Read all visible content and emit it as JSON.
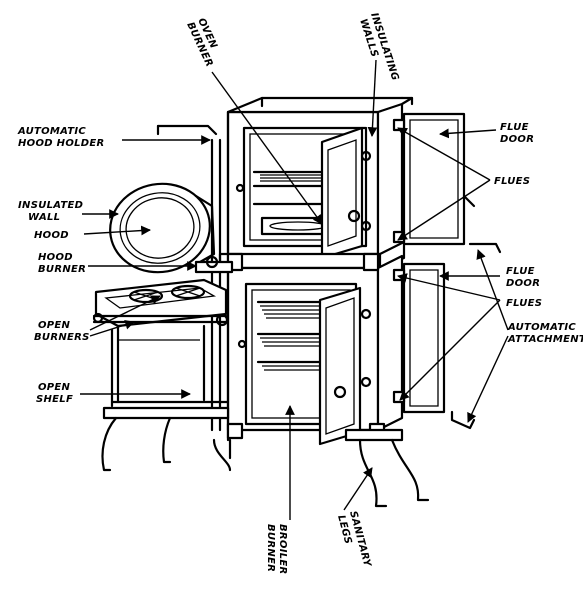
{
  "labels": {
    "automatic_hood_holder": [
      "AUTOMATIC",
      "HOOD HOLDER"
    ],
    "insulated_wall": [
      "INSULATED",
      "WALL"
    ],
    "hood": "HOOD",
    "hood_burner": [
      "HOOD",
      "BURNER"
    ],
    "open_burners": [
      "OPEN",
      "BURNERS"
    ],
    "open_shelf": [
      "OPEN",
      "SHELF"
    ],
    "oven_burner": [
      "OVEN",
      "BURNER"
    ],
    "insulating_walls": [
      "INSULATING",
      "WALLS"
    ],
    "flue_door_top": [
      "FLUE",
      "DOOR"
    ],
    "flues_top": "FLUES",
    "flue_door_bottom": [
      "FLUE",
      "DOOR"
    ],
    "flues_bottom": "FLUES",
    "automatic_attachments": [
      "AUTOMATIC",
      "ATTACHMENTS"
    ],
    "broiler_burner": [
      "BROILER",
      "BURNER"
    ],
    "sanitary_legs": [
      "SANITARY",
      "LEGS"
    ]
  }
}
